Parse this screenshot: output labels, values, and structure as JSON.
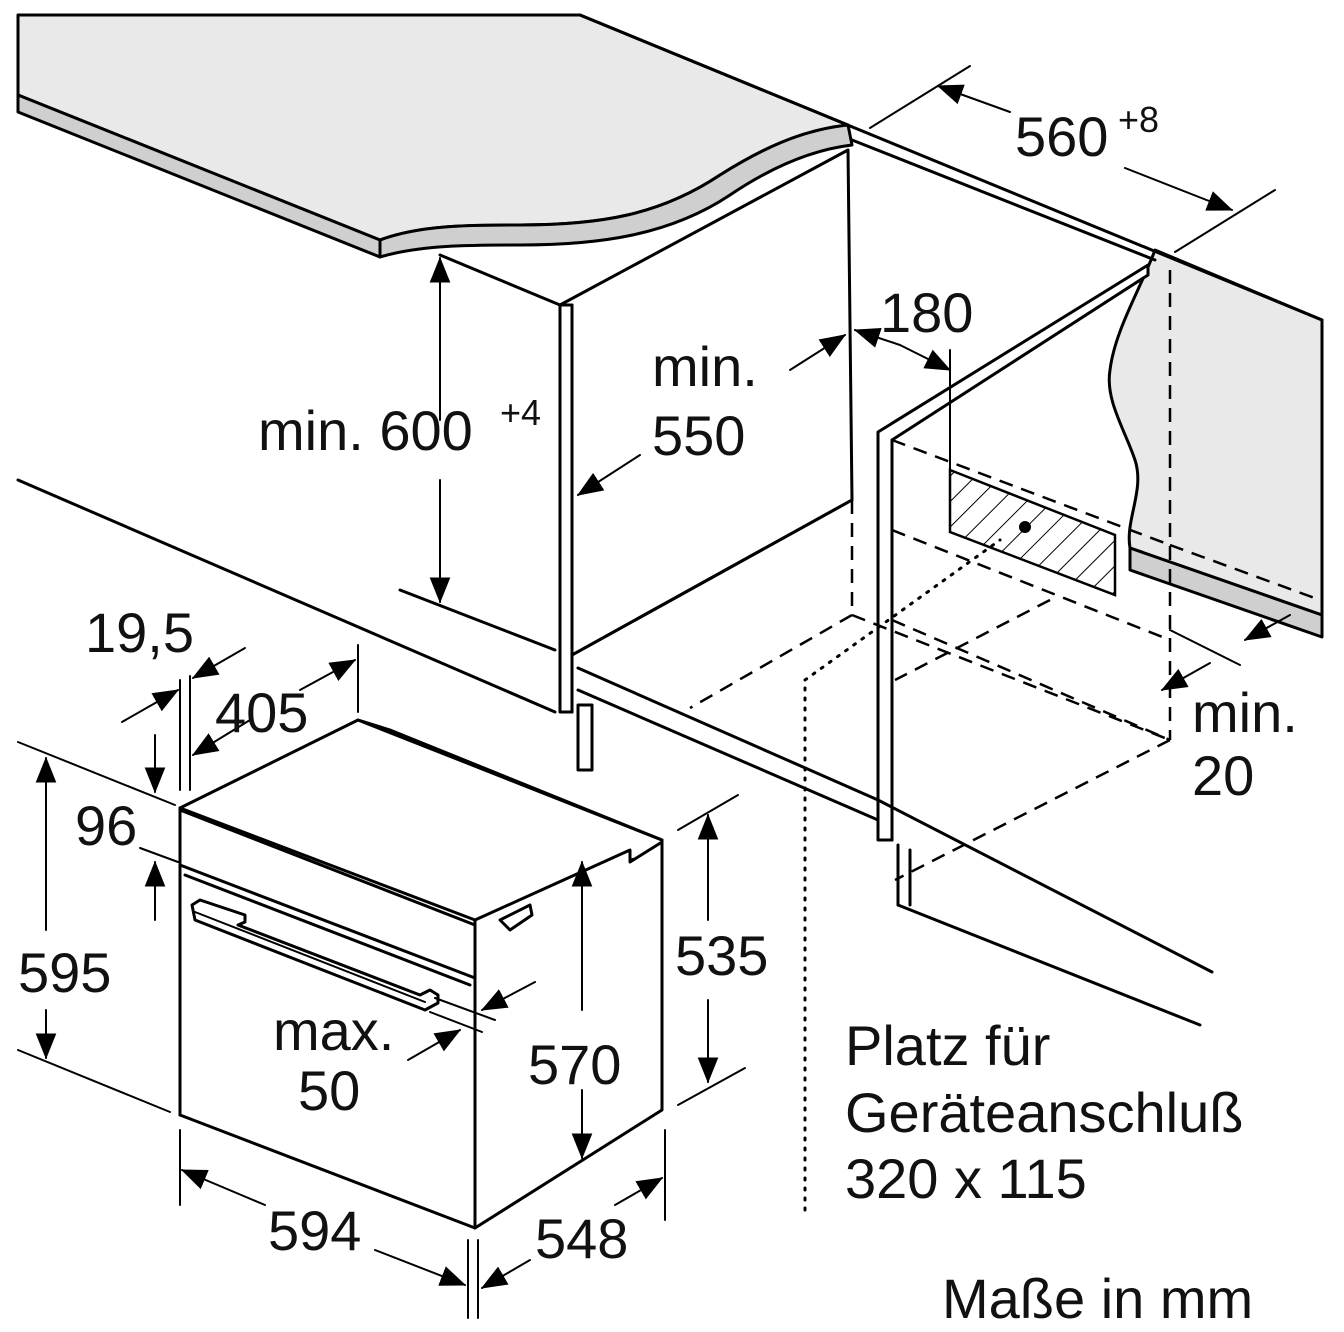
{
  "labels": {
    "width_niche": "560",
    "width_niche_tol": "+8",
    "height_prefix": "min. 600",
    "height_tol": "+4",
    "depth_min_line1": "min.",
    "depth_min_line2": "550",
    "offset_180": "180",
    "gap_min_line1": "min.",
    "gap_min_line2": "20",
    "dim_19_5": "19,5",
    "dim_405": "405",
    "dim_96": "96",
    "dim_595": "595",
    "dim_535": "535",
    "dim_570": "570",
    "dim_max_line1": "max.",
    "dim_max_line2": "50",
    "dim_594": "594",
    "dim_548": "548",
    "connection_line1": "Platz für",
    "connection_line2": "Geräteanschluß",
    "connection_line3": "320 x 115",
    "units": "Maße in mm"
  }
}
